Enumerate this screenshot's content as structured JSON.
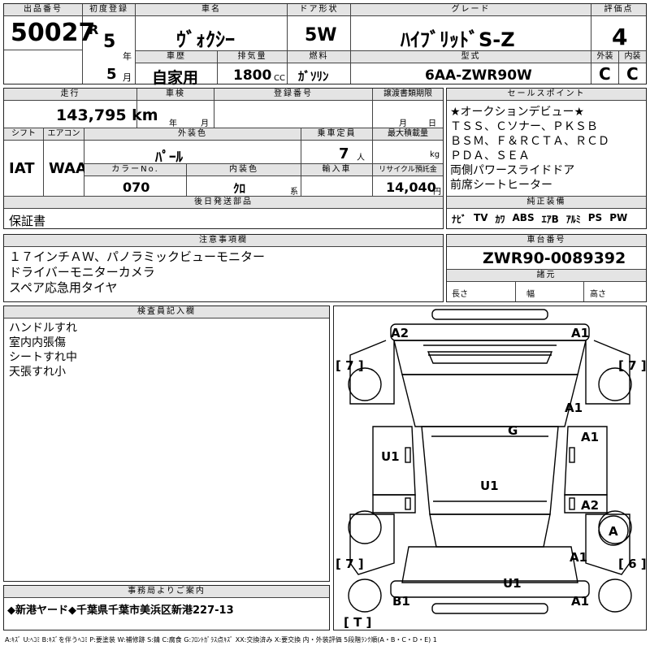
{
  "header": {
    "lot_no_label": "出品番号",
    "lot_no": "50027",
    "first_reg_label": "初度登録",
    "era_mark": "R",
    "reg_year": "5",
    "year_unit": "年",
    "reg_month": "5",
    "month_unit": "月",
    "car_name_label": "車名",
    "car_name": "ｳﾞｫｸｼｰ",
    "door_label": "ドア形状",
    "door": "5W",
    "grade_label": "グレード",
    "grade": "ﾊｲﾌﾞﾘｯﾄﾞS-Z",
    "score_label": "評価点",
    "score": "4",
    "history_label": "車歴",
    "history": "自家用",
    "displacement_label": "排気量",
    "displacement": "1800",
    "displacement_unit": "CC",
    "fuel_label": "燃料",
    "fuel": "ｶﾞｿﾘﾝ",
    "model_label": "型式",
    "model": "6AA-ZWR90W",
    "ext_label": "外装",
    "ext_grade": "C",
    "int_label": "内装",
    "int_grade": "C"
  },
  "row2": {
    "mileage_label": "走行",
    "mileage": "143,795 km",
    "inspection_label": "車検",
    "insp_year_unit": "年",
    "insp_month_unit": "月",
    "reg_no_label": "登録番号",
    "transfer_label": "譲渡書類期限",
    "transfer_month_unit": "月",
    "transfer_day_unit": "日",
    "shift_label": "シフト",
    "shift": "IAT",
    "ac_label": "エアコン",
    "ac": "WAA",
    "color_label": "外装色",
    "color": "ﾊﾟｰﾙ",
    "capacity_label": "乗車定員",
    "capacity": "7",
    "capacity_unit": "人",
    "load_label": "最大積載量",
    "load_unit": "kg",
    "color_no_label": "カラーNo.",
    "color_no": "070",
    "int_color_label": "内装色",
    "int_color": "ｸﾛ",
    "int_color_suffix": "系",
    "import_label": "輸入車",
    "recycle_label": "リサイクル預託金",
    "recycle": "14,040",
    "recycle_unit": "円",
    "later_label": "後日発送部品",
    "later_value": "保証書"
  },
  "sales_point": {
    "label": "セールスポイント",
    "lines": [
      "★オークションデビュー★",
      "ＴＳＳ、Ｃソナー、ＰＫＳＢ",
      "ＢＳＭ、Ｆ＆ＲＣＴＡ、ＲＣＤ",
      "ＰＤＡ、ＳＥＡ",
      "両側パワースライドドア",
      "前席シートヒーター"
    ],
    "equip_label": "純正装備",
    "equipment": [
      "ﾅﾋﾞ",
      "TV",
      "ｶﾜ",
      "ABS",
      "ｴｱB",
      "ｱﾙﾐ",
      "PS",
      "PW"
    ]
  },
  "notes": {
    "label": "注意事項欄",
    "lines": [
      "１７インチＡＷ、パノラミックビューモニター",
      "ドライバーモニターカメラ",
      "スペア応急用タイヤ"
    ]
  },
  "chassis": {
    "label": "車台番号",
    "value": "ZWR90-0089392",
    "dims_label": "諸元",
    "length_label": "長さ",
    "width_label": "幅",
    "height_label": "高さ"
  },
  "inspector": {
    "label": "検査員記入欄",
    "lines": [
      "ハンドルすれ",
      "室内内張傷",
      "シートすれ中",
      "天張すれ小"
    ]
  },
  "office": {
    "label": "事務局よりご案内",
    "text": "◆新港ヤード◆千葉県千葉市美浜区新港227-13"
  },
  "diagram": {
    "marks": {
      "a2_front_left": "A2",
      "a1_front_right": "A1",
      "tire_fl": "[ 7 ]",
      "tire_fr": "[ 7 ]",
      "tire_rl": "[ 7 ]",
      "tire_rr": "[ 6 ]",
      "a1_right_front": "A1",
      "g_windshield": "G",
      "u1_left": "U1",
      "a1_right_door": "A1",
      "u1_roof": "U1",
      "a2_right_rear": "A2",
      "a_circled": "A",
      "a1_right_lower": "A1",
      "u1_rear": "U1",
      "b1_rear_left": "B1",
      "a1_rear_right": "A1",
      "spare": "[ T ]"
    }
  },
  "legend": {
    "text": "A:ｷｽﾞ U:ﾍｺﾐ B:ｷｽﾞを伴うﾍｺﾐ P:要塗装 W:補修跡 S:錆 C:腐食 G:ﾌﾛﾝﾄｶﾞﾗｽ点ｷｽﾞ XX:交換済み X:要交換 内・外装評価 5段階ﾗﾝｸ順(A・B・C・D・E) 1"
  }
}
